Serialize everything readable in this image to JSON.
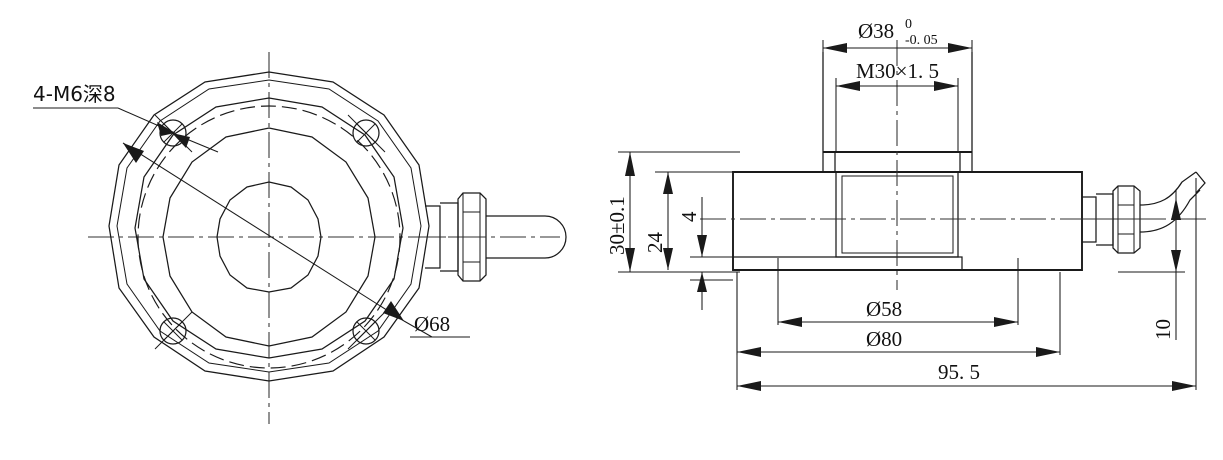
{
  "drawing": {
    "type": "engineering-drawing",
    "description": "Load cell / force sensor mechanical drawing with front view and sectional side view",
    "views": [
      {
        "name": "front-view",
        "label": ""
      },
      {
        "name": "section-view",
        "label": ""
      }
    ],
    "annotations": {
      "thread_holes": "4-M6深8",
      "outer_bolt_circle": "Ø68",
      "top_boss_diameter": "Ø38",
      "top_boss_tol_upper": "0",
      "top_boss_tol_lower": "-0. 05",
      "thread_spec": "M30×1. 5",
      "total_height": "30±0.1",
      "body_height": "24",
      "flange_thickness": "4",
      "inner_diameter": "Ø58",
      "body_diameter": "Ø80",
      "overall_length": "95. 5",
      "cable_offset": "10"
    },
    "dimension_list": [
      {
        "id": "d-4m6",
        "value": "4-M6深8",
        "kind": "thread-callout"
      },
      {
        "id": "d-68",
        "value": "Ø68",
        "kind": "diameter"
      },
      {
        "id": "d-38",
        "value": "Ø38",
        "kind": "diameter-toleranced"
      },
      {
        "id": "d-m30",
        "value": "M30×1. 5",
        "kind": "thread"
      },
      {
        "id": "d-30",
        "value": "30±0.1",
        "kind": "linear-toleranced"
      },
      {
        "id": "d-24",
        "value": "24",
        "kind": "linear"
      },
      {
        "id": "d-4",
        "value": "4",
        "kind": "linear"
      },
      {
        "id": "d-58",
        "value": "Ø58",
        "kind": "diameter"
      },
      {
        "id": "d-80",
        "value": "Ø80",
        "kind": "diameter"
      },
      {
        "id": "d-955",
        "value": "95. 5",
        "kind": "linear"
      },
      {
        "id": "d-10",
        "value": "10",
        "kind": "linear"
      }
    ],
    "colors": {
      "line": "#1a1a1a",
      "background": "#ffffff",
      "centerline": "#303030"
    }
  }
}
